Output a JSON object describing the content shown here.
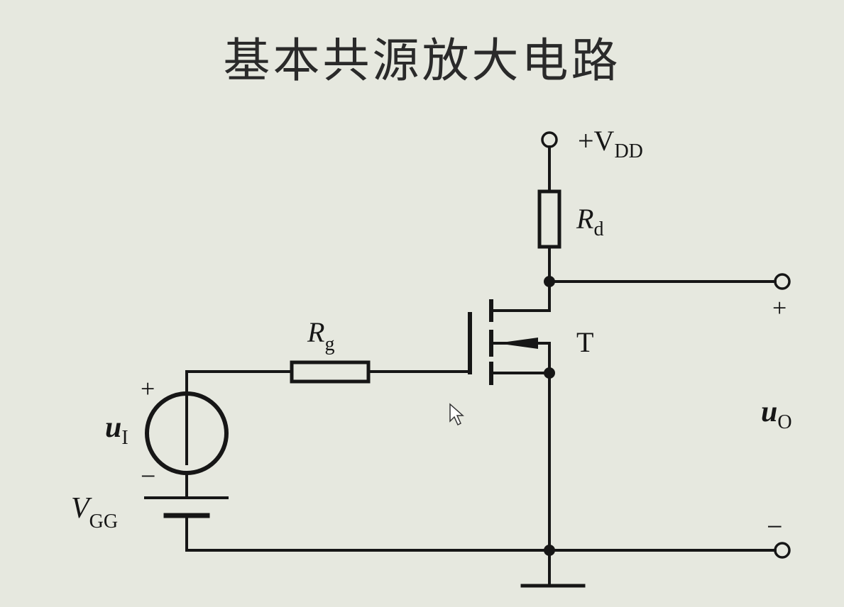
{
  "title": "基本共源放大电路",
  "labels": {
    "vdd_main": "+V",
    "vdd_sub": "DD",
    "rd_main": "R",
    "rd_sub": "d",
    "rg_main": "R",
    "rg_sub": "g",
    "transistor": "T",
    "ui_main": "u",
    "ui_sub": "I",
    "uo_main": "u",
    "uo_sub": "O",
    "vgg_main": "V",
    "vgg_sub": "GG",
    "out_plus": "+",
    "out_minus": "−",
    "src_plus": "+",
    "src_minus": "−"
  },
  "colors": {
    "background": "#e6e8df",
    "line": "#161616"
  },
  "icons": {
    "cursor": "mouse-pointer-icon"
  }
}
